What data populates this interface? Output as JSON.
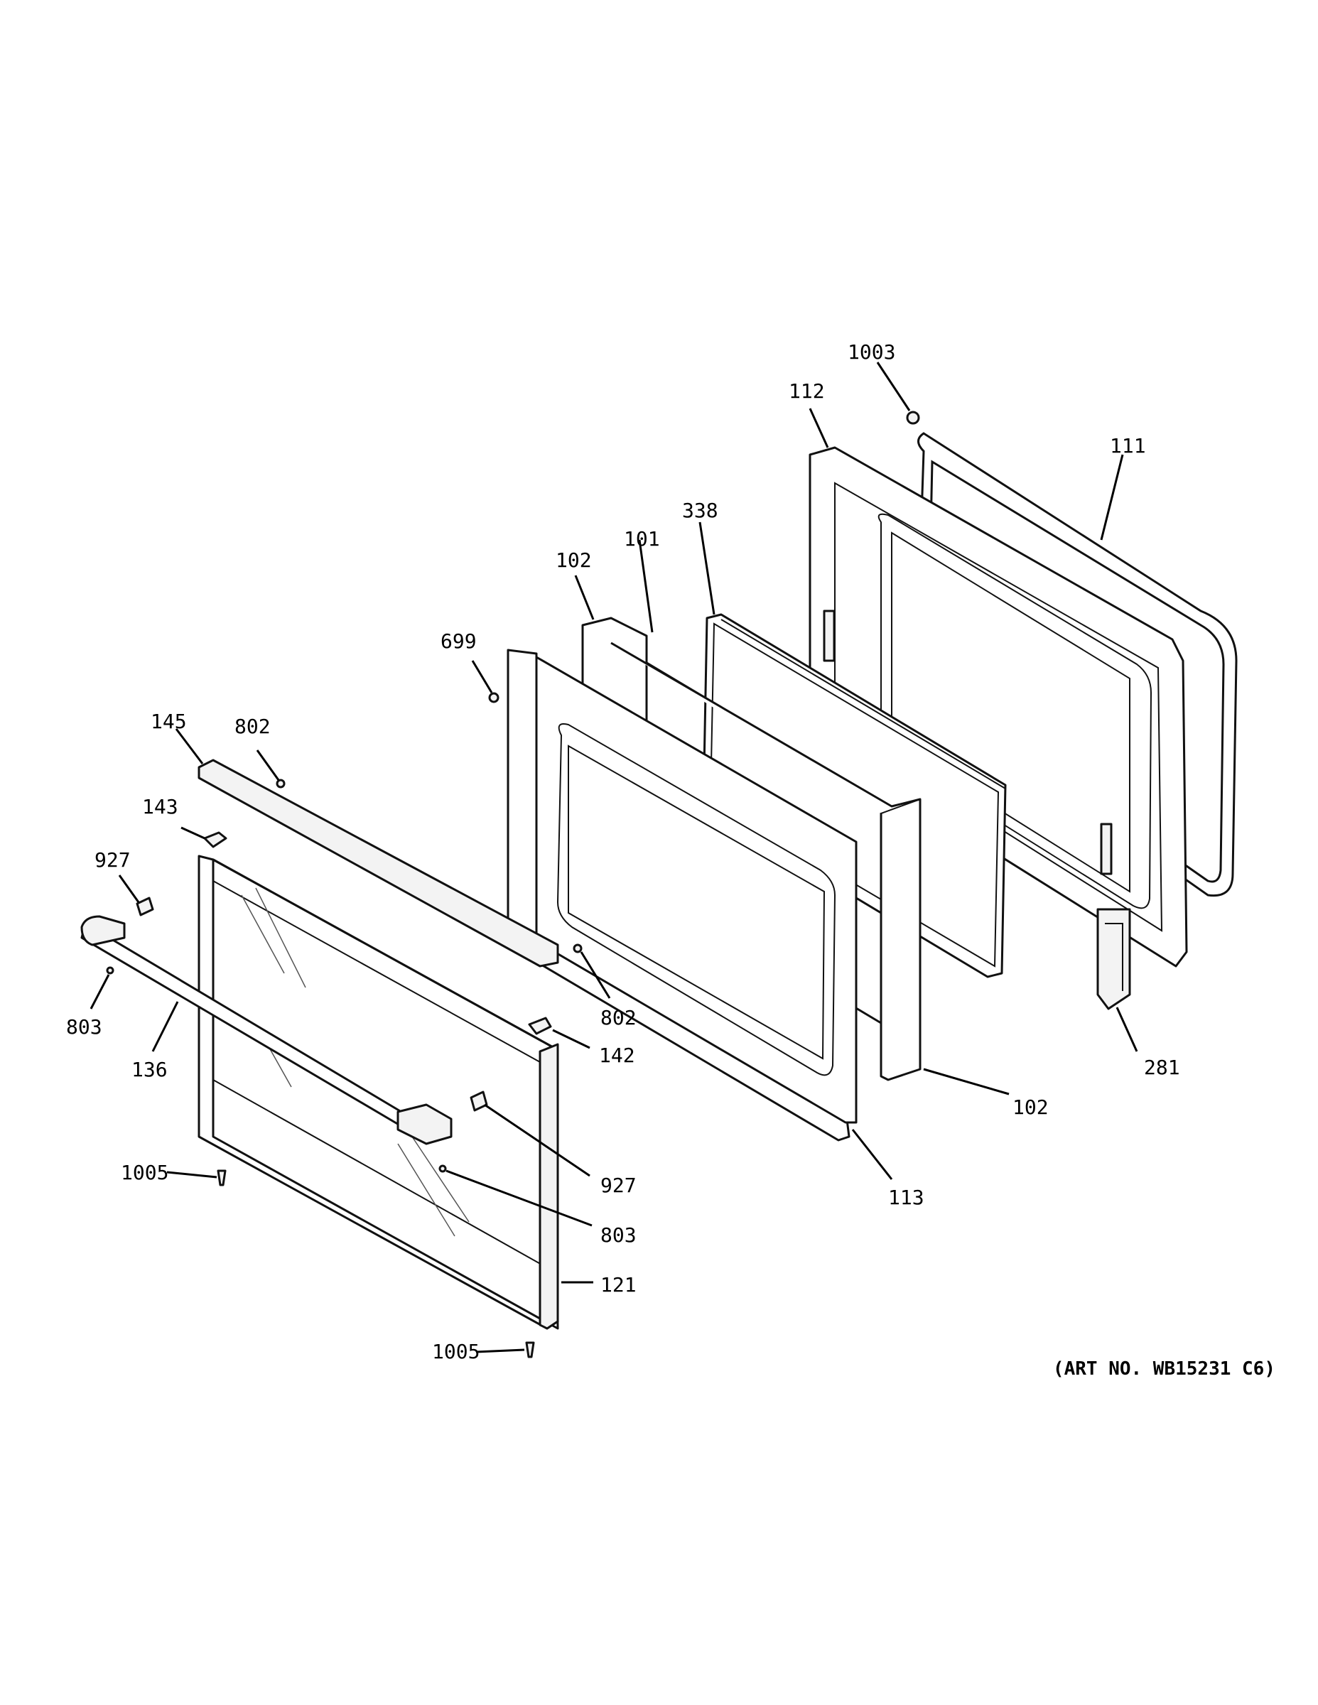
{
  "art_number": "(ART NO. WB15231 C6)",
  "callouts": {
    "c1003": "1003",
    "c112": "112",
    "c111": "111",
    "c338": "338",
    "c101": "101",
    "c102_top": "102",
    "c699": "699",
    "c145": "145",
    "c802_top": "802",
    "c143": "143",
    "c927_left": "927",
    "c803_left": "803",
    "c136": "136",
    "c802_mid": "802",
    "c142": "142",
    "c281": "281",
    "c102_bottom": "102",
    "c927_right": "927",
    "c113": "113",
    "c1005_left": "1005",
    "c803_right": "803",
    "c121": "121",
    "c1005_bottom": "1005"
  }
}
